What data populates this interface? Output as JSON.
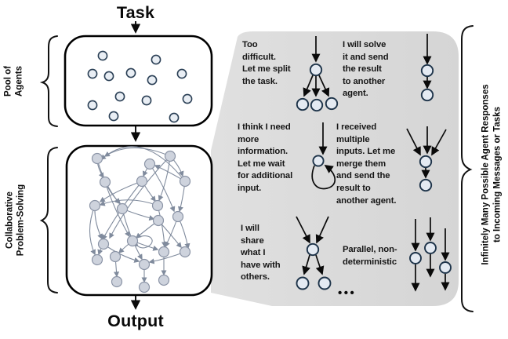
{
  "flow": {
    "task_label": "Task",
    "output_label": "Output",
    "pool_label": "Pool of\nAgents",
    "collab_label": "Collaborative\nProblem-Solving"
  },
  "panel": {
    "bubbles": [
      {
        "id": "split",
        "text": "Too\ndifficult.\nLet me split\nthe task."
      },
      {
        "id": "solve",
        "text": "I will solve\nit and send\nthe result\nto another\nagent."
      },
      {
        "id": "wait",
        "text": "I think I need\nmore\ninformation.\nLet me wait\nfor additional\ninput."
      },
      {
        "id": "merge",
        "text": "I received\nmultiple\ninputs. Let me\nmerge them\nand send the\nresult to\nanother agent."
      },
      {
        "id": "share",
        "text": "I will\nshare\nwhat I\nhave with\nothers."
      },
      {
        "id": "parallel",
        "text": "Parallel, non-\ndeterministic"
      }
    ],
    "ellipsis": "•••"
  },
  "side_note": "Infinitely Many Possible Agent Responses\nto Incoming Messages or Tasks",
  "colors": {
    "panel_bg": "#d8d8d8",
    "agent_fill": "#e4eaf2",
    "agent_stroke": "#1d3349",
    "pool_fill": "#e9eef4",
    "pool_stroke": "#2a3f55",
    "graph_node_fill": "#ced3dd",
    "graph_edge": "#808b9d",
    "ink": "#111111"
  }
}
